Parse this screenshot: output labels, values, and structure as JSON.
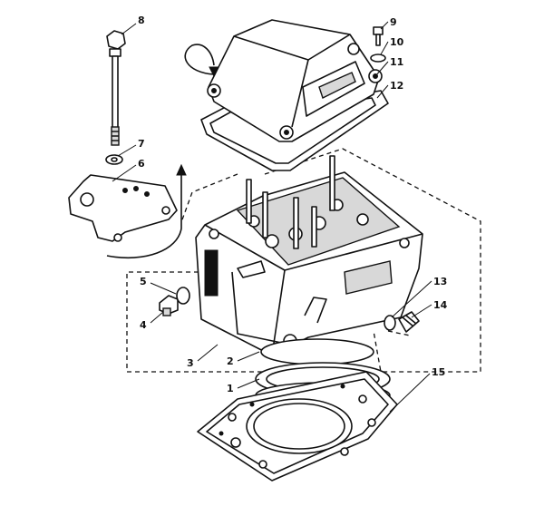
{
  "diagram": {
    "callouts": [
      {
        "id": "c1",
        "number": "1"
      },
      {
        "id": "c2",
        "number": "2"
      },
      {
        "id": "c3",
        "number": "3"
      },
      {
        "id": "c4",
        "number": "4"
      },
      {
        "id": "c5",
        "number": "5"
      },
      {
        "id": "c6",
        "number": "6"
      },
      {
        "id": "c7",
        "number": "7"
      },
      {
        "id": "c8",
        "number": "8"
      },
      {
        "id": "c9",
        "number": "9"
      },
      {
        "id": "c10",
        "number": "10"
      },
      {
        "id": "c11",
        "number": "11"
      },
      {
        "id": "c12",
        "number": "12"
      },
      {
        "id": "c13",
        "number": "13"
      },
      {
        "id": "c14",
        "number": "14"
      },
      {
        "id": "c15",
        "number": "15"
      }
    ]
  }
}
